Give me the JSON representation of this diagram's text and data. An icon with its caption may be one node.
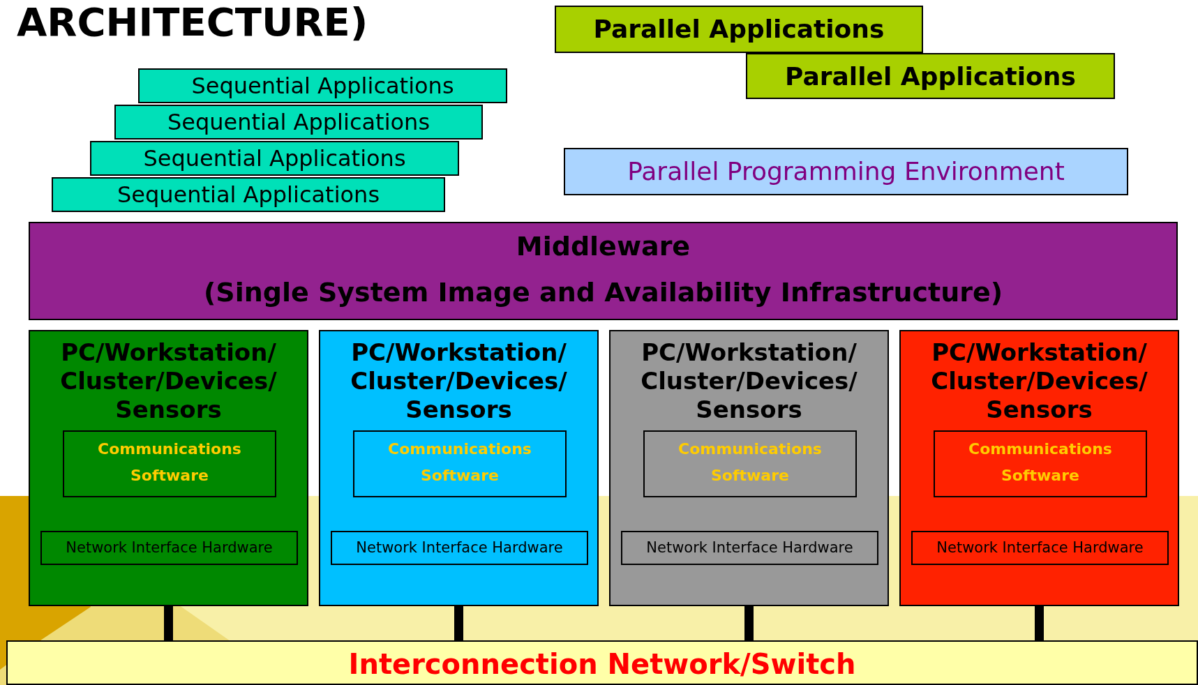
{
  "diagram": {
    "title": "ARCHITECTURE)",
    "nodes": [
      {
        "text": [
          "Sequential Applications"
        ]
      },
      {
        "text": [
          "Sequential Applications"
        ]
      },
      {
        "text": [
          "Sequential Applications"
        ]
      },
      {
        "text": [
          "Sequential Applications"
        ]
      },
      {
        "text": [
          "Parallel Applications"
        ]
      },
      {
        "text": [
          "Parallel Applications"
        ]
      },
      {
        "text": [
          "Parallel Programming Environment"
        ]
      },
      {
        "text": [
          "Middleware",
          "(Single System Image and Availability Infrastructure)"
        ]
      },
      {
        "text": [
          "PC/Workstation/ Cluster/Devices/ Sensors"
        ]
      },
      {
        "text": [
          "Communications Software"
        ],
        "in": 8
      },
      {
        "text": [
          "Network Interface Hardware"
        ],
        "in": 8
      },
      {
        "text": [
          "PC/Workstation/ Cluster/Devices/ Sensors"
        ]
      },
      {
        "text": [
          "Communications Software"
        ],
        "in": 11
      },
      {
        "text": [
          "Network Interface Hardware"
        ],
        "in": 11
      },
      {
        "text": [
          "PC/Workstation/ Cluster/Devices/ Sensors"
        ]
      },
      {
        "text": [
          "Communications Software"
        ],
        "in": 14
      },
      {
        "text": [
          "Network Interface Hardware"
        ],
        "in": 14
      },
      {
        "text": [
          "PC/Workstation/ Cluster/Devices/ Sensors"
        ]
      },
      {
        "text": [
          "Communications Software"
        ],
        "in": 17
      },
      {
        "text": [
          "Network Interface Hardware"
        ],
        "in": 17
      },
      {
        "text": [
          "Interconnection Network/Switch"
        ]
      }
    ],
    "edges": [
      {
        "from": 8,
        "to": 20,
        "arrow": "none"
      },
      {
        "from": 11,
        "to": 20,
        "arrow": "none"
      },
      {
        "from": 14,
        "to": 20,
        "arrow": "none"
      },
      {
        "from": 17,
        "to": 20,
        "arrow": "none"
      }
    ]
  }
}
